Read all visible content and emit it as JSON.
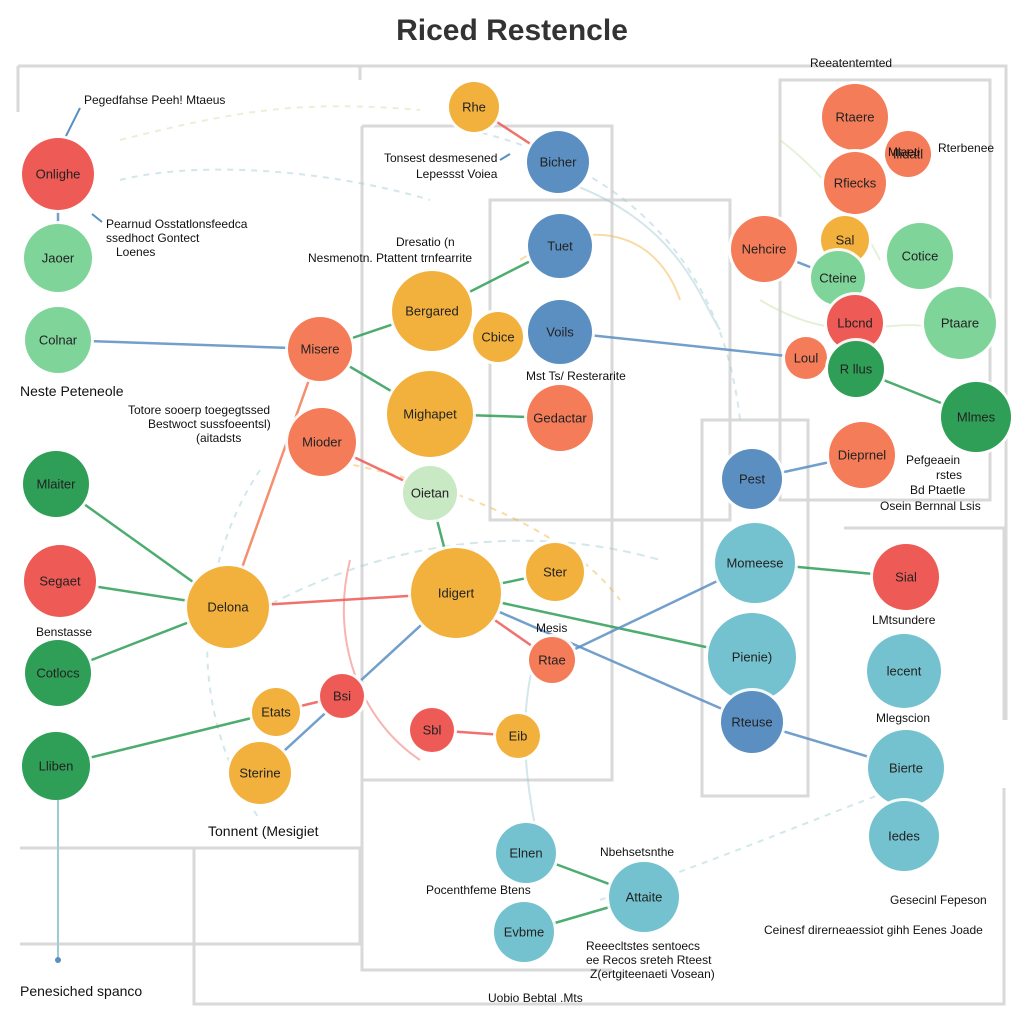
{
  "title": "Riced Restencle",
  "colors": {
    "red": "#ee5a55",
    "orange": "#f47c58",
    "yellow": "#f2b13c",
    "light_green": "#7fd49a",
    "pale_green": "#c9e8c4",
    "dark_green": "#2f9e57",
    "blue": "#5b8fc2",
    "teal": "#74c2cf",
    "frame": "#d9d9d9"
  },
  "nodes": [
    {
      "id": "onlighe",
      "label": "Onlighe",
      "color": "red"
    },
    {
      "id": "jaoer",
      "label": "Jaoer",
      "color": "light_green"
    },
    {
      "id": "colnar",
      "label": "Colnar",
      "color": "light_green"
    },
    {
      "id": "mlaiter",
      "label": "Mlaiter",
      "color": "dark_green"
    },
    {
      "id": "segaet",
      "label": "Segaet",
      "color": "red"
    },
    {
      "id": "cotlocs",
      "label": "Cotlocs",
      "color": "dark_green"
    },
    {
      "id": "lliben",
      "label": "Lliben",
      "color": "dark_green"
    },
    {
      "id": "rhe",
      "label": "Rhe",
      "color": "yellow"
    },
    {
      "id": "bicher",
      "label": "Bicher",
      "color": "blue"
    },
    {
      "id": "tuet",
      "label": "Tuet",
      "color": "blue"
    },
    {
      "id": "bergared",
      "label": "Bergared",
      "color": "yellow"
    },
    {
      "id": "cbice",
      "label": "Cbice",
      "color": "yellow"
    },
    {
      "id": "voils",
      "label": "Voils",
      "color": "blue"
    },
    {
      "id": "misere",
      "label": "Misere",
      "color": "orange"
    },
    {
      "id": "mighapet",
      "label": "Mighapet",
      "color": "yellow"
    },
    {
      "id": "gedactar",
      "label": "Gedactar",
      "color": "orange"
    },
    {
      "id": "mioder",
      "label": "Mioder",
      "color": "orange"
    },
    {
      "id": "oietan",
      "label": "Oietan",
      "color": "pale_green"
    },
    {
      "id": "delona",
      "label": "Delona",
      "color": "yellow"
    },
    {
      "id": "idigert",
      "label": "Idigert",
      "color": "yellow"
    },
    {
      "id": "ster",
      "label": "Ster",
      "color": "yellow"
    },
    {
      "id": "rtae",
      "label": "Rtae",
      "color": "orange"
    },
    {
      "id": "etats",
      "label": "Etats",
      "color": "yellow"
    },
    {
      "id": "bsi",
      "label": "Bsi",
      "color": "red"
    },
    {
      "id": "sbl",
      "label": "Sbl",
      "color": "red"
    },
    {
      "id": "eib",
      "label": "Eib",
      "color": "yellow"
    },
    {
      "id": "sterine",
      "label": "Sterine",
      "color": "yellow"
    },
    {
      "id": "rtaere",
      "label": "Rtaere",
      "color": "orange"
    },
    {
      "id": "ilidatl",
      "label": "Ilidatl",
      "color": "orange"
    },
    {
      "id": "rfiecks",
      "label": "Rfiecks",
      "color": "orange"
    },
    {
      "id": "nehcire",
      "label": "Nehcire",
      "color": "orange"
    },
    {
      "id": "sal",
      "label": "Sal",
      "color": "yellow"
    },
    {
      "id": "cotice",
      "label": "Cotice",
      "color": "light_green"
    },
    {
      "id": "cteine",
      "label": "Cteine",
      "color": "light_green"
    },
    {
      "id": "ptaare",
      "label": "Ptaare",
      "color": "light_green"
    },
    {
      "id": "lbcnd",
      "label": "Lbcnd",
      "color": "red"
    },
    {
      "id": "loul",
      "label": "Loul",
      "color": "orange"
    },
    {
      "id": "rilus",
      "label": "R llus",
      "color": "dark_green"
    },
    {
      "id": "mlmes",
      "label": "Mlmes",
      "color": "dark_green"
    },
    {
      "id": "pest",
      "label": "Pest",
      "color": "blue"
    },
    {
      "id": "dieprnel",
      "label": "Dieprnel",
      "color": "orange"
    },
    {
      "id": "momeese",
      "label": "Momeese",
      "color": "teal"
    },
    {
      "id": "sial",
      "label": "Sial",
      "color": "red"
    },
    {
      "id": "pienie",
      "label": "Pienie)",
      "color": "teal"
    },
    {
      "id": "lecent",
      "label": "lecent",
      "color": "teal"
    },
    {
      "id": "rteuse",
      "label": "Rteuse",
      "color": "blue"
    },
    {
      "id": "bierte",
      "label": "Bierte",
      "color": "teal"
    },
    {
      "id": "iedes",
      "label": "Iedes",
      "color": "teal"
    },
    {
      "id": "elnen",
      "label": "Elnen",
      "color": "teal"
    },
    {
      "id": "attaite",
      "label": "Attaite",
      "color": "teal"
    },
    {
      "id": "evbme",
      "label": "Evbme",
      "color": "teal"
    }
  ],
  "edges": [
    [
      "colnar",
      "misere",
      "blue"
    ],
    [
      "misere",
      "bergared",
      "dark_green"
    ],
    [
      "misere",
      "mighapet",
      "dark_green"
    ],
    [
      "misere",
      "delona",
      "orange"
    ],
    [
      "rhe",
      "bicher",
      "red"
    ],
    [
      "bergared",
      "tuet",
      "dark_green"
    ],
    [
      "bergared",
      "cbice",
      "yellow"
    ],
    [
      "voils",
      "loul",
      "blue"
    ],
    [
      "mighapet",
      "gedactar",
      "dark_green"
    ],
    [
      "mioder",
      "oietan",
      "red"
    ],
    [
      "oietan",
      "idigert",
      "dark_green"
    ],
    [
      "mlaiter",
      "delona",
      "dark_green"
    ],
    [
      "segaet",
      "delona",
      "dark_green"
    ],
    [
      "cotlocs",
      "delona",
      "dark_green"
    ],
    [
      "lliben",
      "etats",
      "dark_green"
    ],
    [
      "delona",
      "idigert",
      "red"
    ],
    [
      "idigert",
      "ster",
      "dark_green"
    ],
    [
      "idigert",
      "rtae",
      "red"
    ],
    [
      "idigert",
      "pienie",
      "dark_green"
    ],
    [
      "idigert",
      "rteuse",
      "blue"
    ],
    [
      "idigert",
      "sterine",
      "blue"
    ],
    [
      "rtae",
      "momeese",
      "blue"
    ],
    [
      "etats",
      "bsi",
      "red"
    ],
    [
      "sbl",
      "eib",
      "red"
    ],
    [
      "pest",
      "dieprnel",
      "blue"
    ],
    [
      "momeese",
      "sial",
      "dark_green"
    ],
    [
      "rteuse",
      "bierte",
      "blue"
    ],
    [
      "elnen",
      "attaite",
      "dark_green"
    ],
    [
      "evbme",
      "attaite",
      "dark_green"
    ],
    [
      "onlighe",
      "jaoer",
      "blue"
    ],
    [
      "nehcire",
      "cteine",
      "blue"
    ],
    [
      "lbcnd",
      "rilus",
      "dark_green"
    ],
    [
      "rilus",
      "mlmes",
      "dark_green"
    ]
  ],
  "annotations": [
    {
      "id": "a1",
      "text": "Pegedfahse Peeh! Mtaeus"
    },
    {
      "id": "a2",
      "lines": [
        "Pearnud Osstatlonsfeedca",
        "ssedhoct Gontect",
        "Loenes"
      ]
    },
    {
      "id": "a3",
      "text": "Neste Peteneole"
    },
    {
      "id": "a4",
      "lines": [
        "Totore sooerp toegegtssed",
        "Bestwoct sussfoeentsl)",
        "(aitadsts"
      ]
    },
    {
      "id": "a5",
      "text": "Benstasse"
    },
    {
      "id": "a6",
      "text": "Tonnent (Mesigiet"
    },
    {
      "id": "a7",
      "text": "Penesiched spanco"
    },
    {
      "id": "a8",
      "lines": [
        "Tonsest desmesened",
        "Lepessst Voiea"
      ]
    },
    {
      "id": "a9",
      "text": "Dresatio (n"
    },
    {
      "id": "a10",
      "text": "Nesmenotn. Ptattent trnfearrite"
    },
    {
      "id": "a11",
      "text": "Mst Ts/ Resterarite"
    },
    {
      "id": "a12",
      "text": "Mesis"
    },
    {
      "id": "a13",
      "text": "Pocenthfeme Btens"
    },
    {
      "id": "a14",
      "text": "Nbehsetsnthe"
    },
    {
      "id": "a15",
      "lines": [
        "Reeecltstes sentoecs",
        "ee Recos  sreteh Rteest",
        "Z(ertgiteenaeti Vosean)"
      ]
    },
    {
      "id": "a16",
      "text": "Uobio Bebtal .Mts"
    },
    {
      "id": "a17",
      "text": "Reeatentemted"
    },
    {
      "id": "a18",
      "text": "Mlaeti"
    },
    {
      "id": "a19",
      "text": "Rterbenee"
    },
    {
      "id": "a20",
      "lines": [
        "Pefgeaein",
        "rstes",
        "Bd Ptaetle"
      ]
    },
    {
      "id": "a21",
      "text": "Osein Bernnal Lsis"
    },
    {
      "id": "a22",
      "text": "LMtsundere"
    },
    {
      "id": "a23",
      "text": "Mlegscion"
    },
    {
      "id": "a24",
      "text": "Gesecinl Fepeson"
    },
    {
      "id": "a25",
      "text": "Ceinesf direrneaessiot gihh Eenes Joade"
    }
  ]
}
